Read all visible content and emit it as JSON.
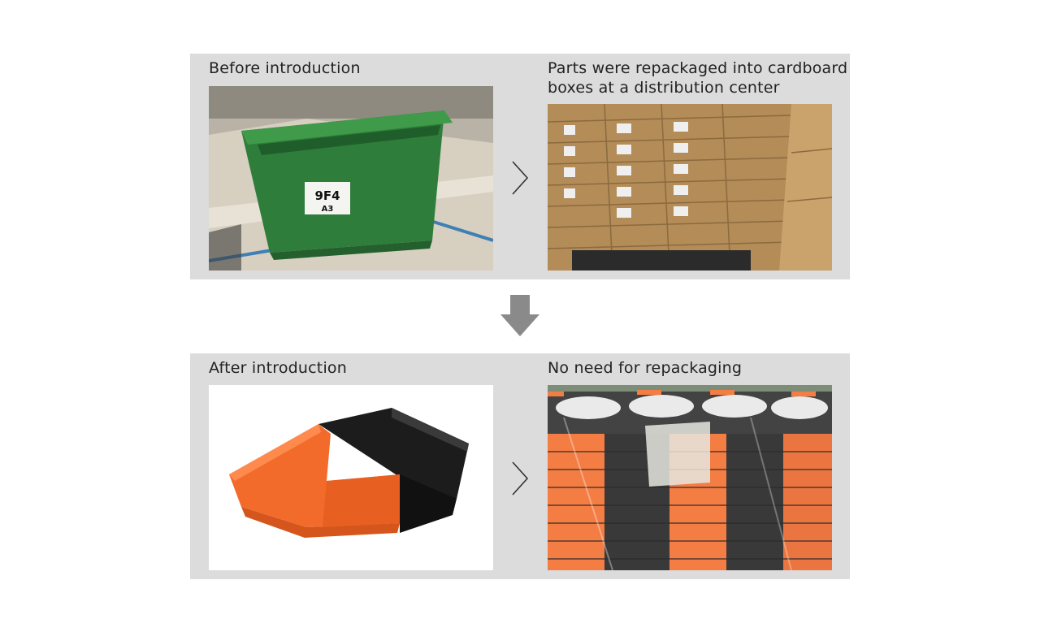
{
  "before": {
    "label": "Before introduction",
    "result_label": "Parts were repackaged into cardboard boxes at a distribution center",
    "bin_tag_line1": "9F4",
    "bin_tag_line2": "A3"
  },
  "after": {
    "label": "After introduction",
    "result_label": "No need for repackaging"
  },
  "colors": {
    "panel_bg": "#dcdcdc",
    "arrow": "#8a8a8a",
    "green_bin": "#2e7d3a",
    "orange_bin": "#f26b2a",
    "black_bin": "#1c1c1c",
    "cardboard": "#c9a36b"
  }
}
